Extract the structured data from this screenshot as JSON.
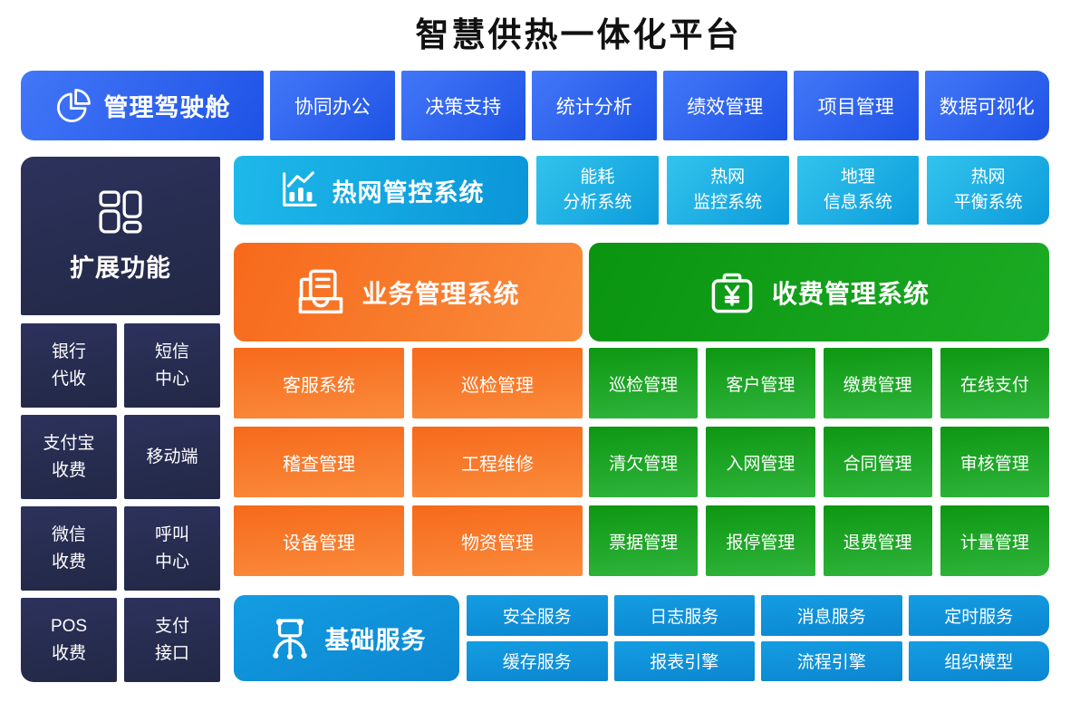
{
  "palette": {
    "title": "#111111",
    "text": "#ffffff",
    "blue-a": "#4377f8",
    "blue-b": "#1e52e5",
    "navy-a": "#2c325c",
    "navy-b": "#222845",
    "cyan-ha": "#1eb9ea",
    "cyan-hb": "#0a95d8",
    "cyan-a": "#32c4ed",
    "cyan-b": "#0c9bdb",
    "orange-a": "#fa8c3c",
    "orange-b": "#f7691b",
    "green-ha": "#1cab24",
    "green-hb": "#0a9410",
    "green-a": "#2fb53c",
    "green-b": "#0e9712",
    "base-a": "#149de2",
    "base-b": "#0b86d0"
  },
  "title": "智慧供热一体化平台",
  "top_row": {
    "header": {
      "label": "管理驾驶舱",
      "icon": "pie-chart-icon"
    },
    "items": [
      "协同办公",
      "决策支持",
      "统计分析",
      "绩效管理",
      "项目管理",
      "数据可视化"
    ]
  },
  "expansion": {
    "header": {
      "label": "扩展功能",
      "icon": "grid-layout-icon"
    },
    "items": [
      "银行\n代收",
      "短信\n中心",
      "支付宝\n收费",
      "移动端",
      "微信\n收费",
      "呼叫\n中心",
      "POS\n收费",
      "支付\n接口"
    ]
  },
  "heat_network": {
    "header": {
      "label": "热网管控系统",
      "icon": "line-bar-chart-icon"
    },
    "items": [
      "能耗\n分析系统",
      "热网\n监控系统",
      "地理\n信息系统",
      "热网\n平衡系统"
    ]
  },
  "business": {
    "header": {
      "label": "业务管理系统",
      "icon": "document-tray-icon"
    },
    "items": [
      "客服系统",
      "巡检管理",
      "稽查管理",
      "工程维修",
      "设备管理",
      "物资管理"
    ]
  },
  "fee": {
    "header": {
      "label": "收费管理系统",
      "icon": "money-case-icon"
    },
    "items": [
      "巡检管理",
      "客户管理",
      "缴费管理",
      "在线支付",
      "清欠管理",
      "入网管理",
      "合同管理",
      "审核管理",
      "票据管理",
      "报停管理",
      "退费管理",
      "计量管理"
    ]
  },
  "base_services": {
    "header": {
      "label": "基础服务",
      "icon": "network-hub-icon"
    },
    "items": [
      "安全服务",
      "日志服务",
      "消息服务",
      "定时服务",
      "缓存服务",
      "报表引擎",
      "流程引擎",
      "组织模型"
    ]
  }
}
